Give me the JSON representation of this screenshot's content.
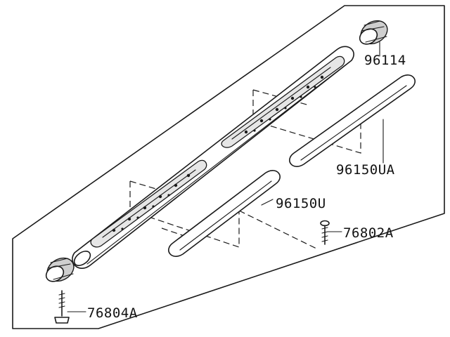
{
  "diagram": {
    "labels": {
      "clip_96114": "96114",
      "trim_96150UA": "96150UA",
      "trim_96150U": "96150U",
      "screw_76802A": "76802A",
      "screw_76804A": "76804A"
    }
  }
}
